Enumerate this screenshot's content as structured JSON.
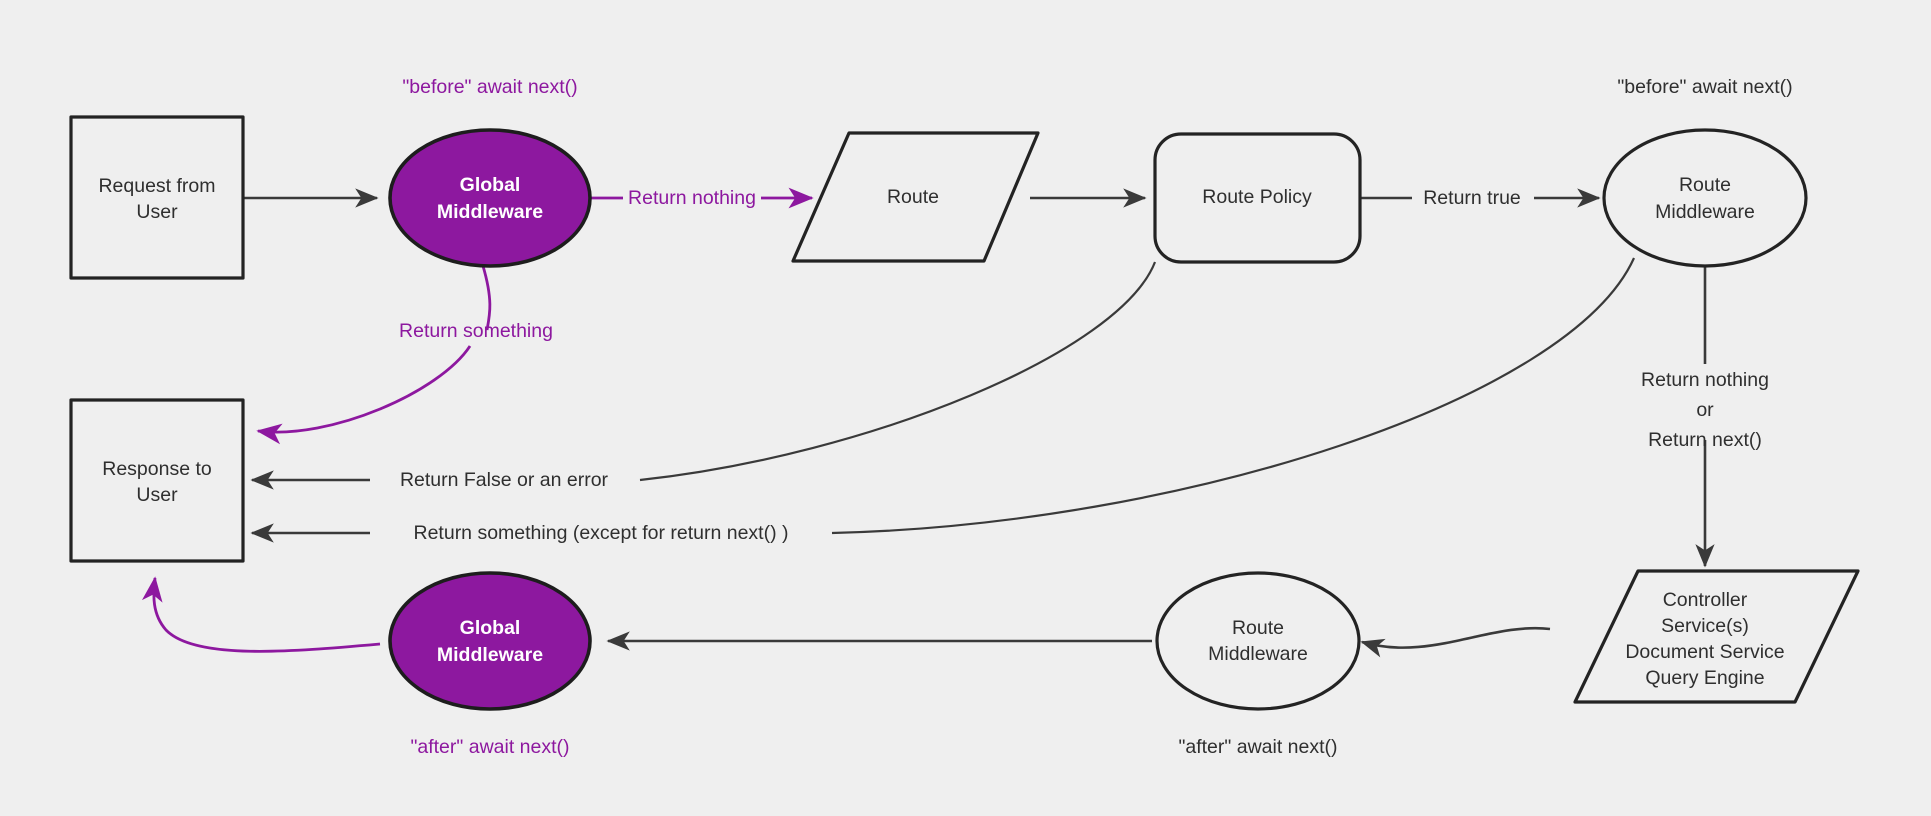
{
  "diagram": {
    "title": "Middleware request/response flow",
    "background_color": "#efefef",
    "accent_color": "#8d189f",
    "line_color": "#3a3a3a",
    "nodes": {
      "request_from_user": {
        "line1": "Request from",
        "line2": "User",
        "shape": "rectangle"
      },
      "global_middleware_top": {
        "line1": "Global",
        "line2": "Middleware",
        "shape": "ellipse",
        "fill": "#8d189f"
      },
      "route": {
        "line1": "Route",
        "shape": "parallelogram"
      },
      "route_policy": {
        "line1": "Route Policy",
        "shape": "rounded-rectangle"
      },
      "route_middleware_top": {
        "line1": "Route",
        "line2": "Middleware",
        "shape": "ellipse"
      },
      "controller_services": {
        "line1": "Controller",
        "line2": "Service(s)",
        "line3": "Document Service",
        "line4": "Query Engine",
        "shape": "parallelogram"
      },
      "route_middleware_bottom": {
        "line1": "Route",
        "line2": "Middleware",
        "shape": "ellipse"
      },
      "global_middleware_bottom": {
        "line1": "Global",
        "line2": "Middleware",
        "shape": "ellipse",
        "fill": "#8d189f"
      },
      "response_to_user": {
        "line1": "Response to",
        "line2": "User",
        "shape": "rectangle"
      }
    },
    "annotations": {
      "before_await_next_left": "\"before\" await next()",
      "before_await_next_right": "\"before\" await next()",
      "after_await_next_left": "\"after\" await next()",
      "after_await_next_middle": "\"after\" await next()"
    },
    "edge_labels": {
      "return_nothing": "Return nothing",
      "return_something": "Return something",
      "return_true": "Return true",
      "return_false_or_error": "Return False or an error",
      "return_something_except": "Return something (except for return next() )",
      "return_nothing_or_next_line1": "Return nothing",
      "return_nothing_or_next_line2": "or",
      "return_nothing_or_next_line3": "Return next()"
    }
  }
}
